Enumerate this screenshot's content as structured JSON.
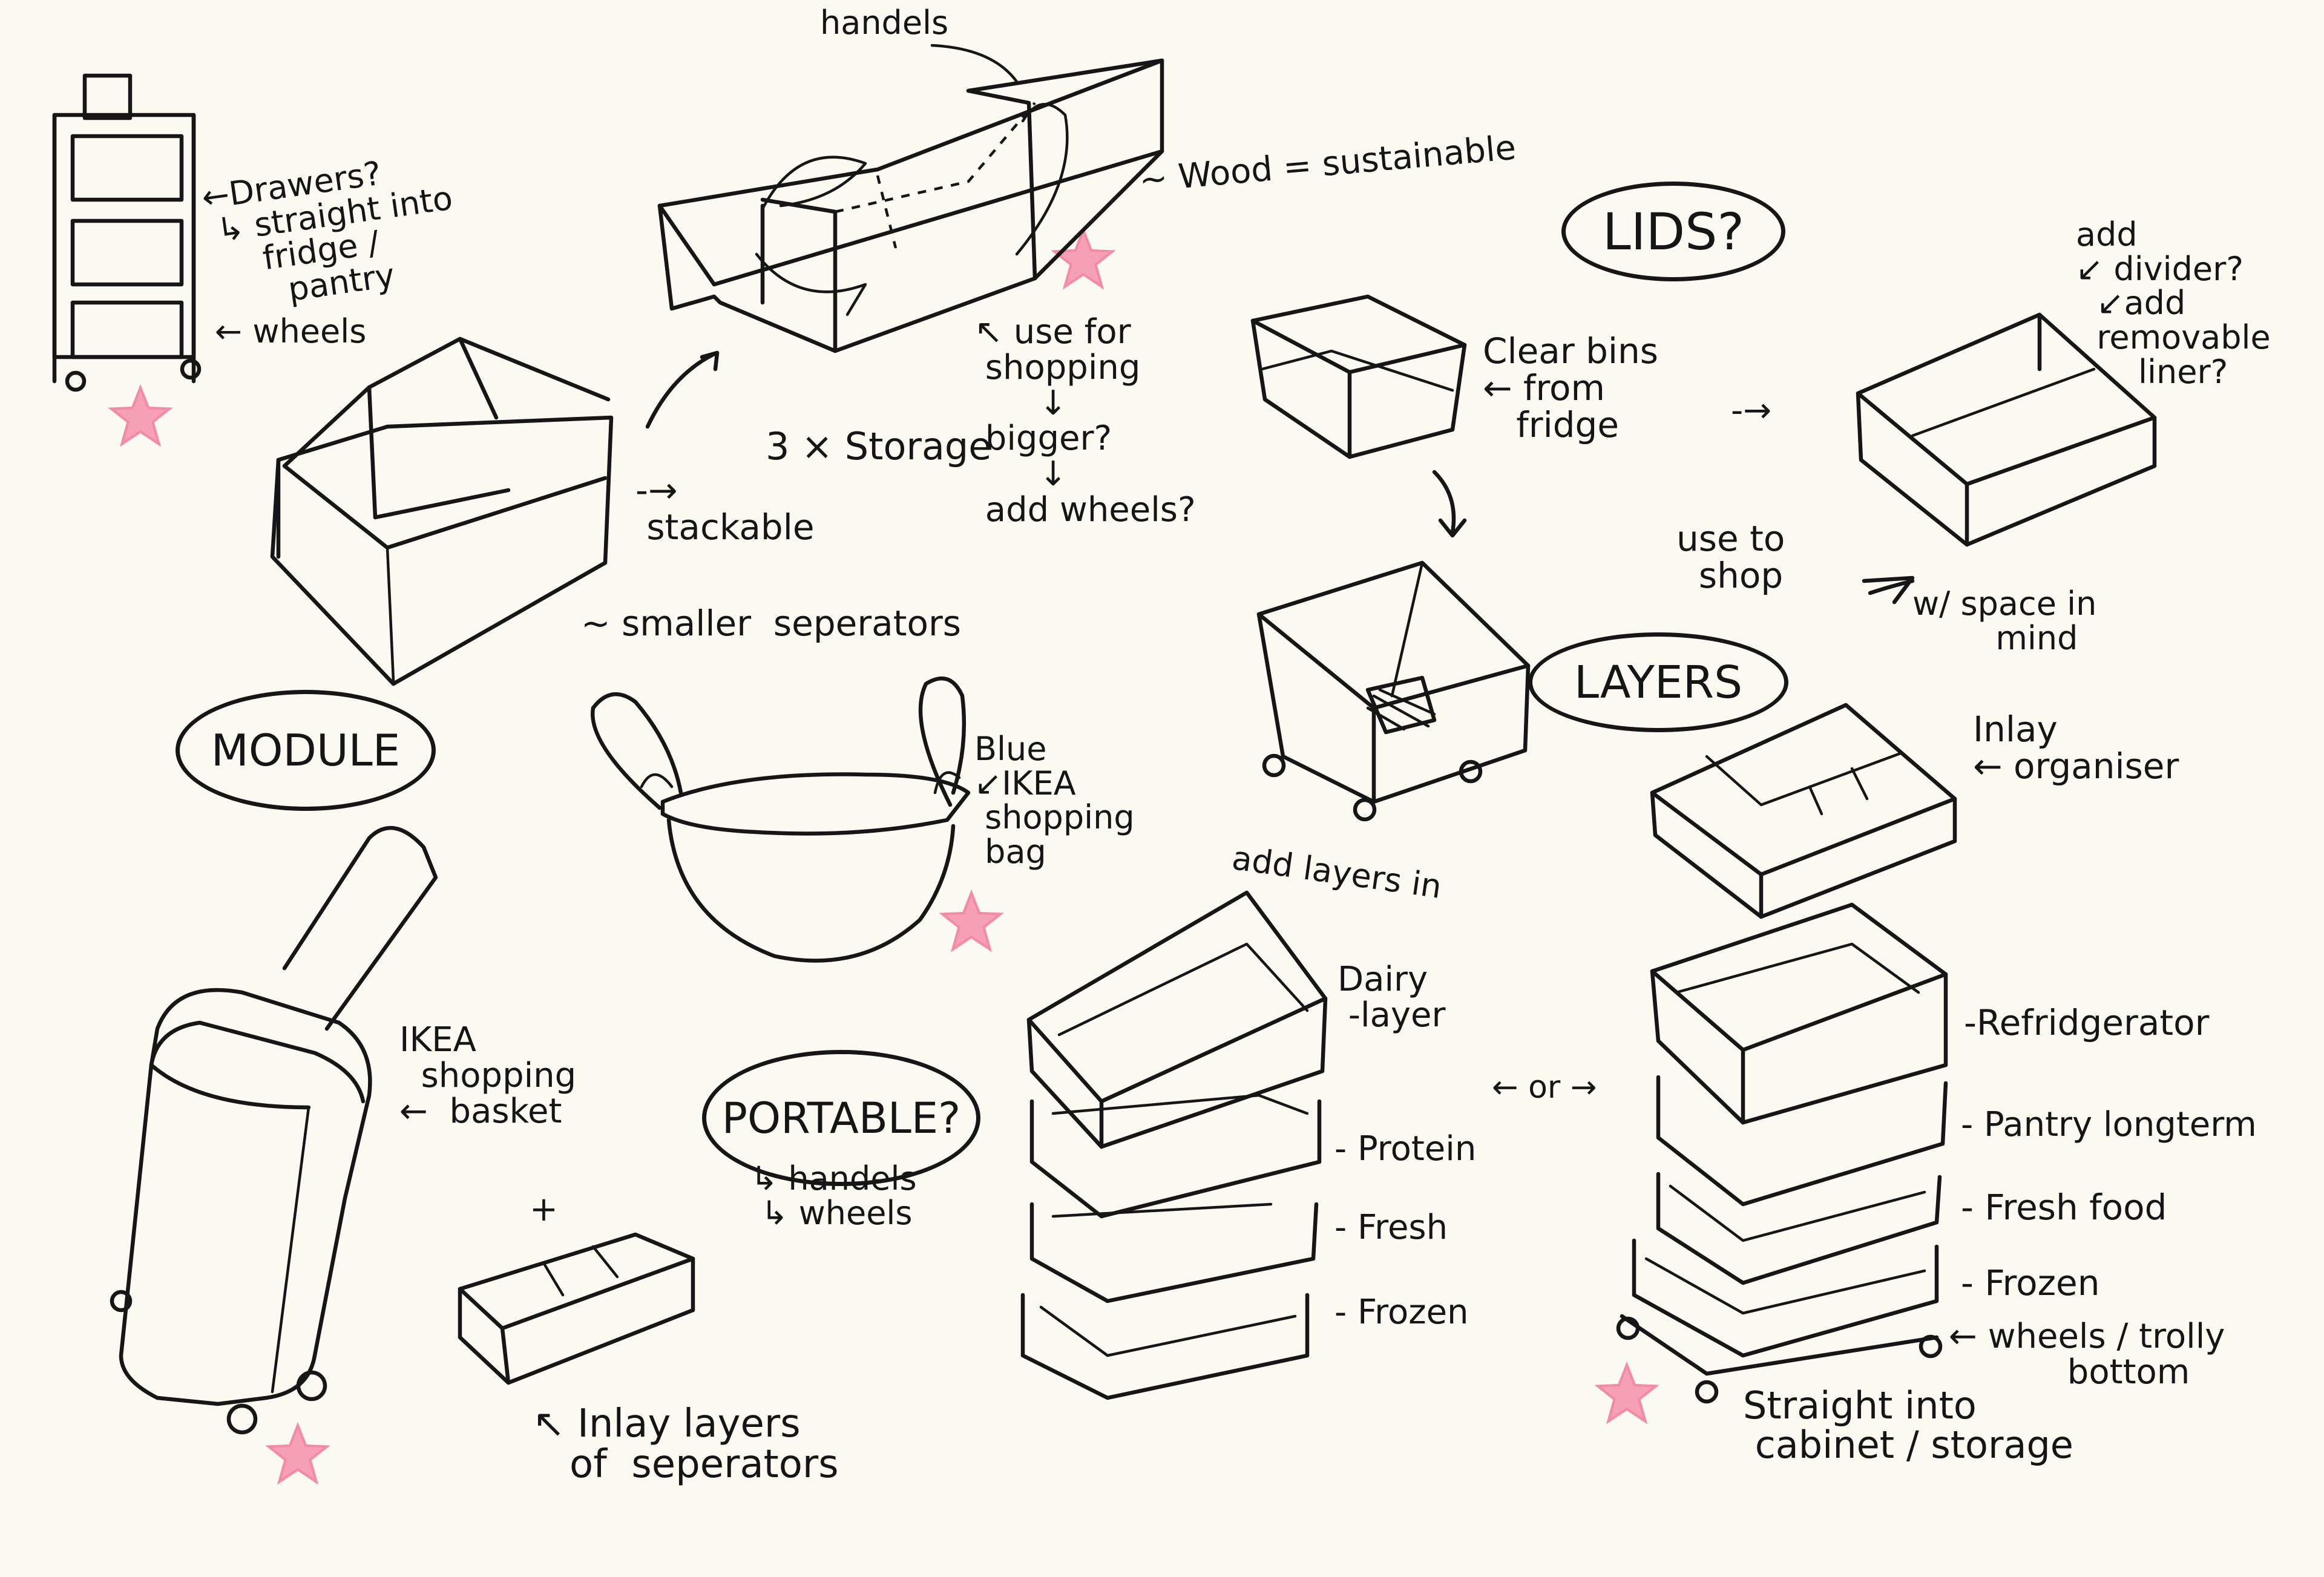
{
  "bubbles": {
    "lids": "LIDS?",
    "layers": "LAYERS",
    "module": "MODULE",
    "portable": "PORTABLE?"
  },
  "notes": {
    "handels_top": "handels",
    "drawers": "←Drawers?\n ↳ straight into\n     fridge /\n       pantry",
    "wheels_trolley": "← wheels",
    "wood": "~ Wood = sustainable",
    "use_for_shopping": "↖ use for\n shopping\n      ↓\n bigger?\n      ↓\n add wheels?",
    "three_x_storage": "3 × Storage",
    "stackable": "-→\n stackable",
    "smaller_seperators": "~ smaller  seperators",
    "add_divider": "add\n↙ divider?\n  ↙add\n  removable\n      liner?",
    "clear_bins": "Clear bins\n← from\n   fridge",
    "arrow_right": "-→",
    "use_to_shop": "use to\n  shop",
    "space_in_mind": "w/ space in\n        mind",
    "blue_ikea_bag": "Blue\n↙IKEA\n shopping\n bag",
    "add_layers_in": "add layers in",
    "inlay_organiser": "Inlay\n← organiser",
    "ikea_basket": "IKEA\n  shopping\n←  basket",
    "plus": "+",
    "portable_sub": "↳ handels\n ↳ wheels",
    "dairy": "Dairy\n -layer",
    "protein": "- Protein",
    "fresh": "- Fresh",
    "frozen_left": "- Frozen",
    "or": "← or →",
    "refrigerator": "-Refridgerator",
    "pantry_longterm": "- Pantry longterm",
    "fresh_food": "- Fresh food",
    "frozen_right": "- Frozen",
    "wheels_trolly": "← wheels / trolly\n           bottom",
    "straight_into_cabinet": "Straight into\n cabinet / storage",
    "inlay_layers": "↖ Inlay layers\n   of  seperators"
  },
  "colors": {
    "ink": "#161616",
    "paper": "#fbfaf2",
    "star": "#f6a0b6"
  }
}
